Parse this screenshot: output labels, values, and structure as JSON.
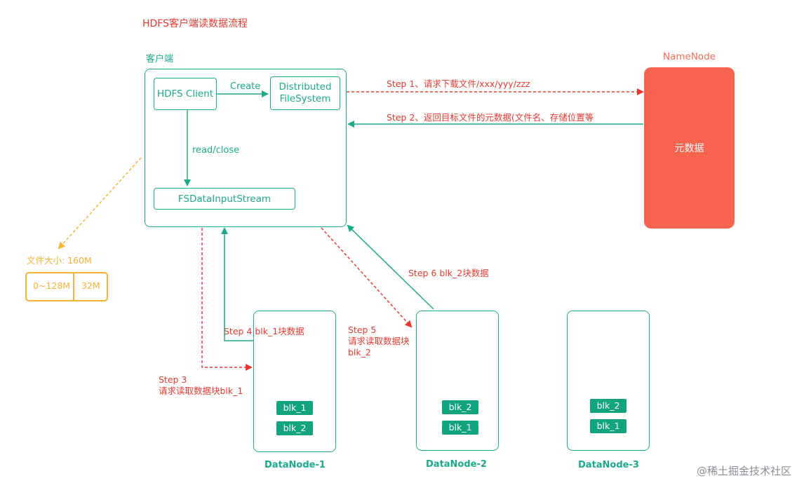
{
  "title": "HDFS客户端读数据流程",
  "client": {
    "label": "客户端",
    "hdfs_client": "HDFS Client",
    "create_label": "Create",
    "dfs_line1": "Distributed",
    "dfs_line2": "FileSystem",
    "read_close_label": "read/close",
    "fsdis": "FSDataInputStream"
  },
  "namenode": {
    "label": "NameNode",
    "content": "元数据"
  },
  "steps": {
    "step1": "Step 1、请求下载文件/xxx/yyy/zzz",
    "step2": "Step 2、返回目标文件的元数据(文件名、存储位置等",
    "step3_line1": "Step 3",
    "step3_line2": "请求读取数据块blk_1",
    "step4": "Step 4 blk_1块数据",
    "step5_line1": "Step 5",
    "step5_line2": "请求读取数据块",
    "step5_line3": "blk_2",
    "step6": "Step 6 blk_2块数据"
  },
  "file_size": {
    "label": "文件大小: 160M",
    "part1": "0~128M",
    "part2": "32M"
  },
  "datanodes": [
    {
      "name": "DataNode-1",
      "blocks": [
        "blk_1",
        "blk_2"
      ]
    },
    {
      "name": "DataNode-2",
      "blocks": [
        "blk_2",
        "blk_1"
      ]
    },
    {
      "name": "DataNode-3",
      "blocks": [
        "blk_2",
        "blk_1"
      ]
    }
  ],
  "watermark": "@稀土掘金技术社区",
  "colors": {
    "green": "#1aab8a",
    "red": "#e8382f",
    "namenode_fill": "#f6634f",
    "orange": "#f5b331",
    "block_fill": "#12a37f"
  }
}
